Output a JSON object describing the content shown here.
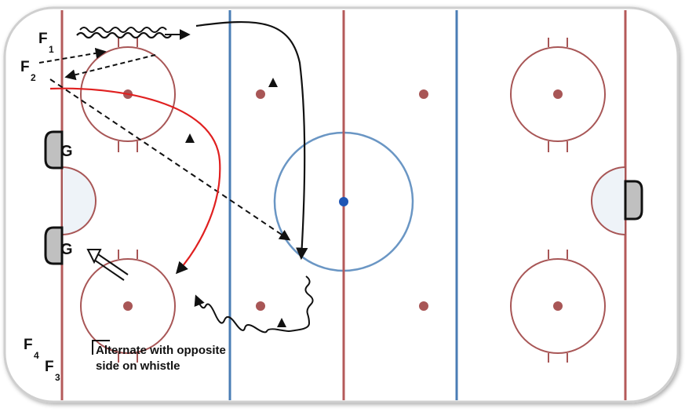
{
  "colors": {
    "board": "#c8c8c8",
    "red_line": "#b45a5a",
    "blue_line": "#4a7db5",
    "faceoff": "#a85656",
    "crease_fill": "#eef3f8",
    "net_fill": "#c0c0c0",
    "red_path": "#e02020",
    "center_dot": "#1f56b5",
    "ink": "#111111"
  },
  "players": {
    "f1": {
      "letter": "F",
      "sub": "1"
    },
    "f2": {
      "letter": "F",
      "sub": "2"
    },
    "f3": {
      "letter": "F",
      "sub": "3"
    },
    "f4": {
      "letter": "F",
      "sub": "4"
    }
  },
  "goalies": {
    "top": "G",
    "bottom": "G"
  },
  "note": {
    "line1": "Alternate with opposite",
    "line2": "side on whistle"
  }
}
